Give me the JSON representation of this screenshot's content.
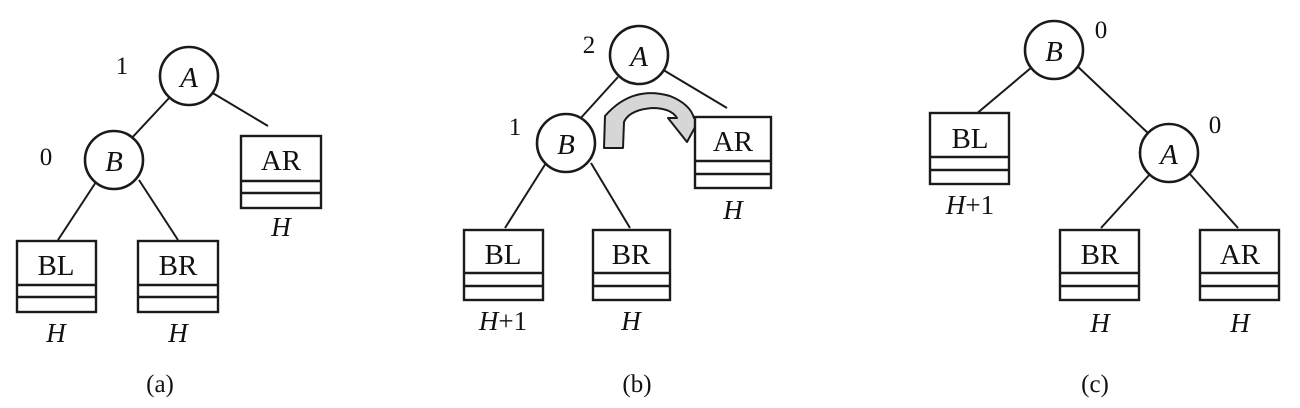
{
  "panels": [
    {
      "caption": "(a)",
      "nodes": [
        {
          "label": "A",
          "factor": "1"
        },
        {
          "label": "B",
          "factor": "0"
        }
      ],
      "subtrees": [
        {
          "label": "BL",
          "height_var": "H",
          "height_suffix": ""
        },
        {
          "label": "BR",
          "height_var": "H",
          "height_suffix": ""
        },
        {
          "label": "AR",
          "height_var": "H",
          "height_suffix": ""
        }
      ]
    },
    {
      "caption": "(b)",
      "nodes": [
        {
          "label": "A",
          "factor": "2"
        },
        {
          "label": "B",
          "factor": "1"
        }
      ],
      "subtrees": [
        {
          "label": "BL",
          "height_var": "H",
          "height_suffix": "+1"
        },
        {
          "label": "BR",
          "height_var": "H",
          "height_suffix": ""
        },
        {
          "label": "AR",
          "height_var": "H",
          "height_suffix": ""
        }
      ]
    },
    {
      "caption": "(c)",
      "nodes": [
        {
          "label": "B",
          "factor": "0"
        },
        {
          "label": "A",
          "factor": "0"
        }
      ],
      "subtrees": [
        {
          "label": "BL",
          "height_var": "H",
          "height_suffix": "+1"
        },
        {
          "label": "BR",
          "height_var": "H",
          "height_suffix": ""
        },
        {
          "label": "AR",
          "height_var": "H",
          "height_suffix": ""
        }
      ]
    }
  ]
}
